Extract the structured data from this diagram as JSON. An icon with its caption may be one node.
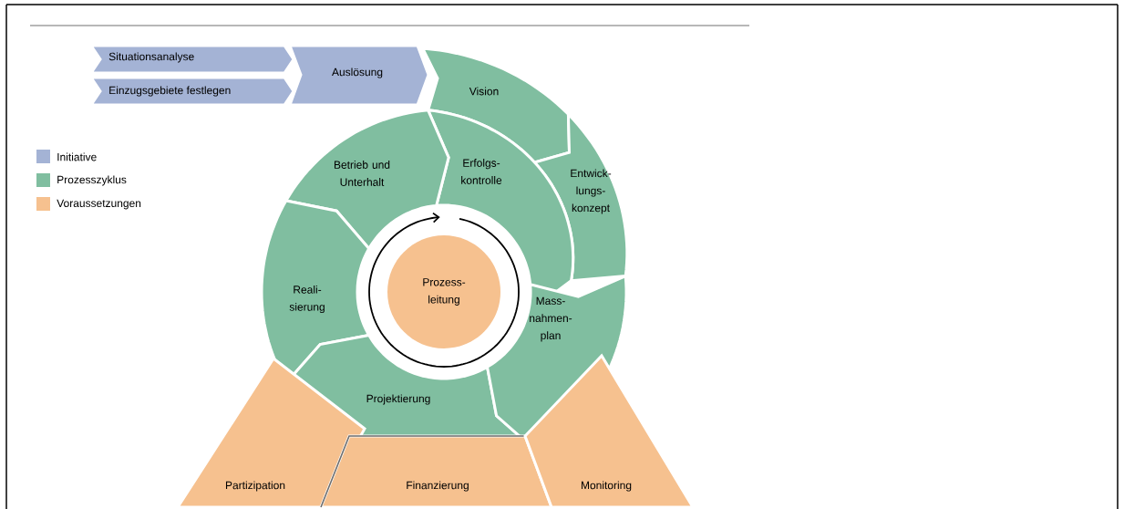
{
  "diagram": {
    "nodes": [
      {
        "text": [
          "Situationsanalyse"
        ]
      },
      {
        "text": [
          "Einzugsgebiete festlegen"
        ]
      },
      {
        "text": [
          "Auslösung"
        ]
      },
      {
        "text": [
          "Vision"
        ]
      },
      {
        "text": [
          "Entwick- lungs- konzept"
        ]
      },
      {
        "text": [
          "Erfolgs- kontrolle"
        ]
      },
      {
        "text": [
          "Betrieb und Unterhalt"
        ]
      },
      {
        "text": [
          "Reali- sierung"
        ]
      },
      {
        "text": [
          "Projektierung"
        ]
      },
      {
        "text": [
          "Mass- nahmen- plan"
        ]
      },
      {
        "text": [
          "Prozess- leitung"
        ]
      },
      {
        "text": [
          "Partizipation"
        ]
      },
      {
        "text": [
          "Finanzierung"
        ]
      },
      {
        "text": [
          "Monitoring"
        ]
      }
    ],
    "legend": [
      {
        "text": "Initiative",
        "color": "#a4b3d5"
      },
      {
        "text": "Prozesszyklus",
        "color": "#80bea0"
      },
      {
        "text": "Voraussetzungen",
        "color": "#f6c18f"
      }
    ]
  }
}
